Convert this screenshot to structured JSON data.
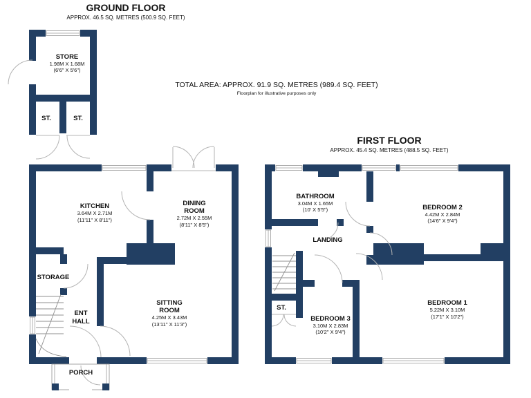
{
  "colors": {
    "wall": "#223f63",
    "door_line": "#b3b3b3",
    "window_line": "#9b9b9b",
    "stair_line": "#8f8f8f",
    "text": "#111111",
    "background": "#ffffff"
  },
  "titles": {
    "ground": {
      "title": "GROUND FLOOR",
      "subtitle": "APPROX. 46.5 SQ. METRES (500.9 SQ. FEET)"
    },
    "total": {
      "line1": "TOTAL AREA: APPROX. 91.9 SQ. METRES (989.4 SQ. FEET)",
      "line2": "Floorplan for illustrative purposes only"
    },
    "first": {
      "title": "FIRST FLOOR",
      "subtitle": "APPROX. 45.4 SQ. METRES (488.5 SQ. FEET)"
    }
  },
  "ground_rooms": {
    "store": {
      "name": "STORE",
      "metric": "1.98M X 1.68M",
      "imperial": "(6'6\" X 5'6\")"
    },
    "st_left": {
      "name": "ST."
    },
    "st_right": {
      "name": "ST."
    },
    "kitchen": {
      "name": "KITCHEN",
      "metric": "3.64M X 2.71M",
      "imperial": "(11'11\" X 8'11\")"
    },
    "dining": {
      "name_line1": "DINING",
      "name_line2": "ROOM",
      "metric": "2.72M X 2.55M",
      "imperial": "(8'11\" X 8'5\")"
    },
    "sitting": {
      "name_line1": "SITTING",
      "name_line2": "ROOM",
      "metric": "4.25M X 3.43M",
      "imperial": "(13'11\" X 11'3\")"
    },
    "storage": {
      "name": "STORAGE"
    },
    "ent_hall": {
      "name_line1": "ENT",
      "name_line2": "HALL"
    },
    "porch": {
      "name": "PORCH"
    }
  },
  "first_rooms": {
    "bathroom": {
      "name": "BATHROOM",
      "metric": "3.04M X 1.65M",
      "imperial": "(10' X 5'5\")"
    },
    "landing": {
      "name": "LANDING"
    },
    "st": {
      "name": "ST."
    },
    "bedroom1": {
      "name": "BEDROOM 1",
      "metric": "5.22M X 3.10M",
      "imperial": "(17'1\" X 10'2\")"
    },
    "bedroom2": {
      "name": "BEDROOM 2",
      "metric": "4.42M X 2.84M",
      "imperial": "(14'6\" X 9'4\")"
    },
    "bedroom3": {
      "name": "BEDROOM 3",
      "metric": "3.10M X 2.83M",
      "imperial": "(10'2\" X 9'4\")"
    }
  }
}
